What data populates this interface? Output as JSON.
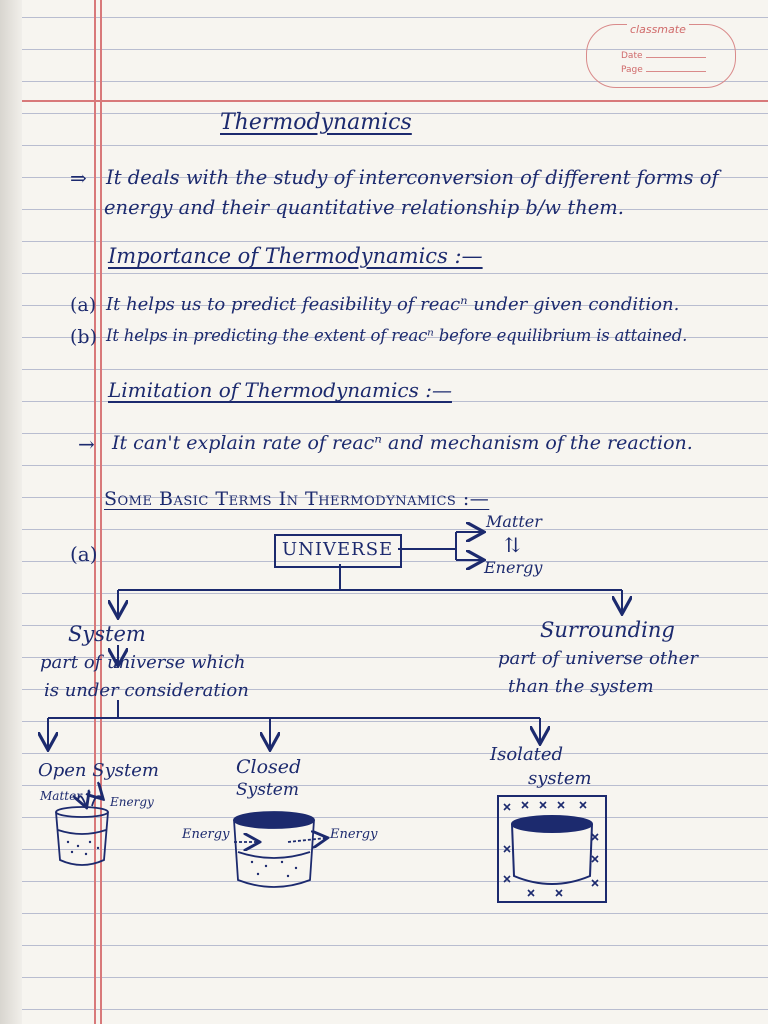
{
  "brand": {
    "logo": "classmate",
    "date_label": "Date",
    "page_label": "Page"
  },
  "title": "Thermodynamics",
  "definition": {
    "arrow": "⇒",
    "line1": "It deals with the study of interconversion of different forms of",
    "line2": "energy and their quantitative relationship b/w them."
  },
  "importance": {
    "heading": "Importance of Thermodynamics :—",
    "items": [
      {
        "label": "(a)",
        "text": "It helps us to predict feasibility of reacⁿ under given condition."
      },
      {
        "label": "(b)",
        "text": "It helps in predicting the extent of reacⁿ before equilibrium is attained."
      }
    ]
  },
  "limitation": {
    "heading": "Limitation of Thermodynamics :—",
    "arrow": "→",
    "text": "It can't explain rate of reacⁿ and mechanism of the reaction."
  },
  "basic_terms": {
    "heading": "Some Basic Terms In Thermodynamics :—",
    "item_label": "(a)",
    "universe": "UNIVERSE",
    "matter": "Matter",
    "energy": "Energy",
    "exchange_symbol": "⇅",
    "system": {
      "title": "System",
      "desc1": "part of universe which",
      "desc2": "is under consideration"
    },
    "surrounding": {
      "title": "Surrounding",
      "desc1": "part of universe other",
      "desc2": "than the system"
    },
    "open_system": {
      "title": "Open System",
      "matter": "Matter",
      "energy": "Energy"
    },
    "closed_system": {
      "title1": "Closed",
      "title2": "System",
      "energy_in": "Energy",
      "energy_out": "Energy"
    },
    "isolated_system": {
      "title1": "Isolated",
      "title2": "system"
    }
  }
}
